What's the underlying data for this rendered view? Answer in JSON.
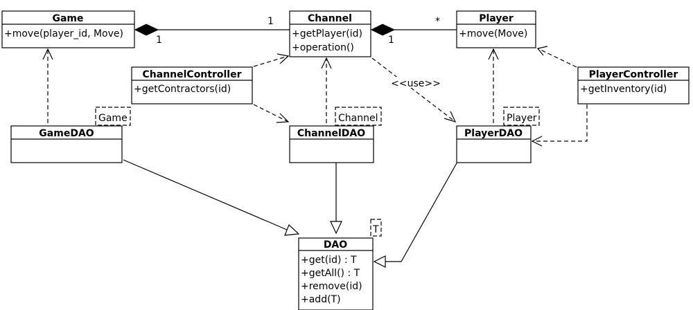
{
  "classes": {
    "game": {
      "name": "Game",
      "members": [
        "+move(player_id, Move)"
      ]
    },
    "channel": {
      "name": "Channel",
      "members": [
        "+getPlayer(id)",
        "+operation()"
      ]
    },
    "player": {
      "name": "Player",
      "members": [
        "+move(Move)"
      ]
    },
    "channel_controller": {
      "name": "ChannelController",
      "members": [
        "+getContractors(id)"
      ]
    },
    "player_controller": {
      "name": "PlayerController",
      "members": [
        "+getInventory(id)"
      ]
    },
    "game_dao": {
      "name": "GameDAO",
      "members": [],
      "template_param": "Game"
    },
    "channel_dao": {
      "name": "ChannelDAO",
      "members": [],
      "template_param": "Channel"
    },
    "player_dao": {
      "name": "PlayerDAO",
      "members": [],
      "template_param": "Player"
    },
    "dao": {
      "name": "DAO",
      "members": [
        "+get(id) : T",
        "+getAll() : T",
        "+remove(id)",
        "+add(T)"
      ],
      "template_param": "T"
    }
  },
  "relations": {
    "game_channel": {
      "type": "composition",
      "whole": "Game",
      "part": "Channel",
      "whole_mult": "1",
      "part_mult": "1"
    },
    "channel_player": {
      "type": "composition",
      "whole": "Channel",
      "part": "Player",
      "whole_mult": "1",
      "part_mult": "*"
    },
    "use_label": "<<use>>"
  }
}
